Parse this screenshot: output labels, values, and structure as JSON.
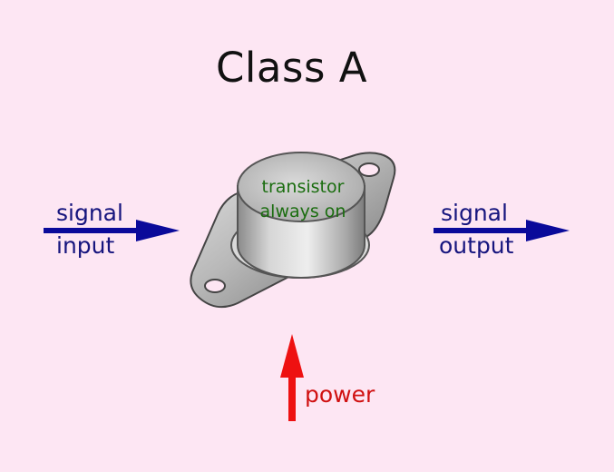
{
  "title": "Class A",
  "signal_input": {
    "line1": "signal",
    "line2": "input"
  },
  "signal_output": {
    "line1": "signal",
    "line2": "output"
  },
  "transistor": {
    "line1": "transistor",
    "line2": "always on"
  },
  "power": "power",
  "colors": {
    "background": "#fde6f3",
    "signal_arrow": "#0a0a9a",
    "signal_text": "#16157e",
    "power_arrow": "#ee1111",
    "transistor_text": "#1a6d0f"
  }
}
